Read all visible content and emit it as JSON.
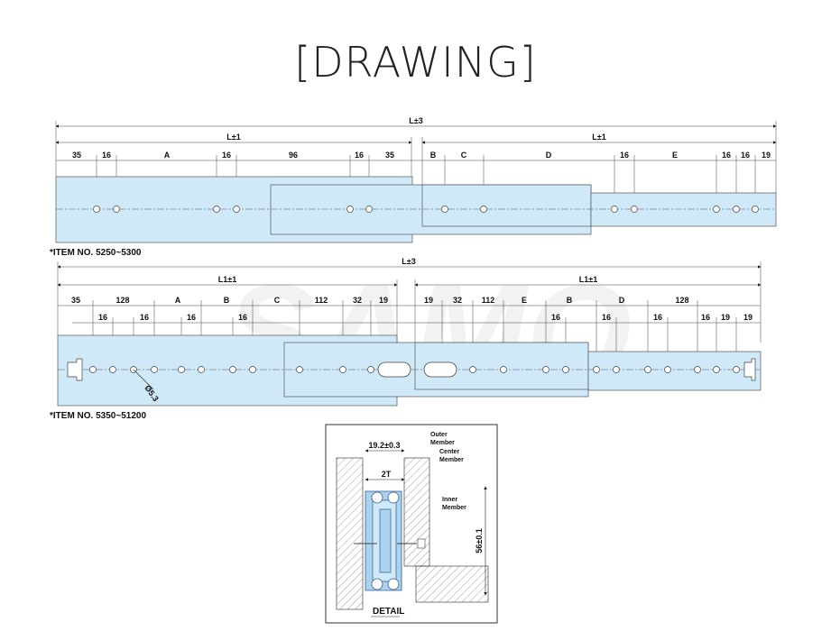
{
  "title": "[DRAWING]",
  "watermark": "SAMO",
  "colors": {
    "rail": "#cfe9f8",
    "rail_dark": "#a9d3ee",
    "line": "#3a5a8a"
  },
  "drawing1": {
    "total_label": "L±3",
    "left_label": "L±1",
    "right_label": "L±1",
    "dims_left": [
      "35",
      "16",
      "A",
      "16",
      "96",
      "16",
      "35"
    ],
    "dims_right": [
      "B",
      "C",
      "D",
      "16",
      "E",
      "16",
      "16",
      "19"
    ],
    "item_note": "*ITEM NO. 5250~5300"
  },
  "drawing2": {
    "total_label": "L±3",
    "left_label": "L1±1",
    "right_label": "L1±1",
    "dims_top_left": [
      "35",
      "128",
      "A",
      "B",
      "C",
      "112",
      "32",
      "19"
    ],
    "dims_top_right": [
      "19",
      "32",
      "112",
      "E",
      "B",
      "D",
      "128"
    ],
    "dims_low": [
      "16",
      "16",
      "16",
      "16",
      "16",
      "16",
      "16",
      "16",
      "19"
    ],
    "hole_label": "Ø5.3",
    "item_note": "*ITEM NO. 5350~51200"
  },
  "detail": {
    "width_label": "19.2±0.3",
    "thickness_label": "2T",
    "height_label": "56±0.1",
    "outer_member": [
      "Outer",
      "Member"
    ],
    "center_member": [
      "Center",
      "Member"
    ],
    "inner_member": [
      "Inner",
      "Member"
    ],
    "caption": "DETAIL"
  }
}
